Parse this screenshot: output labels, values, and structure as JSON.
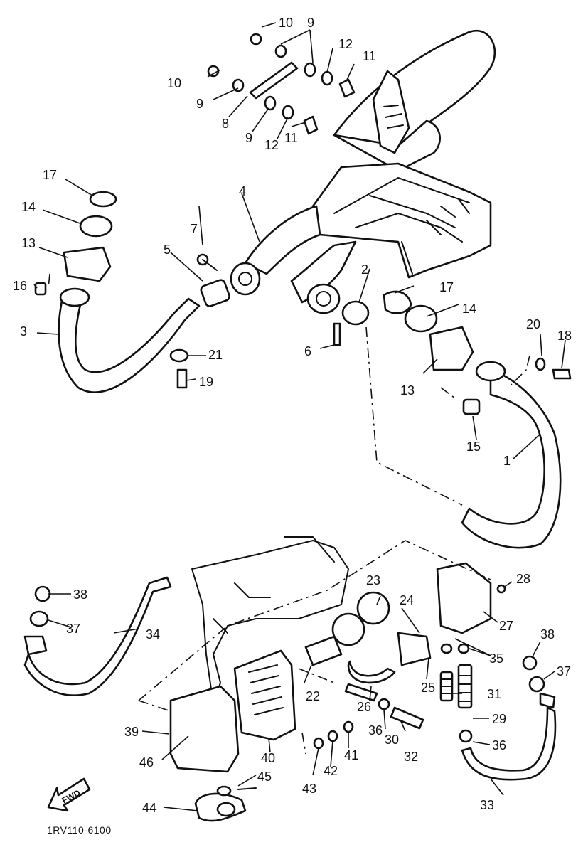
{
  "diagram": {
    "code": "1RV110-6100",
    "direction_label": "FWD",
    "callouts": {
      "c1": "1",
      "c2": "2",
      "c3": "3",
      "c4": "4",
      "c5": "5",
      "c6": "6",
      "c7": "7",
      "c8": "8",
      "c9a": "9",
      "c9b": "9",
      "c9c": "9",
      "c10a": "10",
      "c10b": "10",
      "c11a": "11",
      "c11b": "11",
      "c12a": "12",
      "c12b": "12",
      "c13a": "13",
      "c13b": "13",
      "c14a": "14",
      "c14b": "14",
      "c15": "15",
      "c16": "16",
      "c17a": "17",
      "c17b": "17",
      "c18": "18",
      "c19": "19",
      "c20": "20",
      "c21": "21",
      "c22": "22",
      "c23": "23",
      "c24": "24",
      "c25": "25",
      "c26": "26",
      "c27": "27",
      "c28": "28",
      "c29": "29",
      "c30": "30",
      "c31": "31",
      "c32": "32",
      "c33": "33",
      "c34": "34",
      "c35": "35",
      "c36a": "36",
      "c36b": "36",
      "c37a": "37",
      "c37b": "37",
      "c38a": "38",
      "c38b": "38",
      "c39": "39",
      "c40": "40",
      "c41": "41",
      "c42": "42",
      "c43": "43",
      "c44": "44",
      "c45": "45",
      "c46": "46"
    }
  }
}
